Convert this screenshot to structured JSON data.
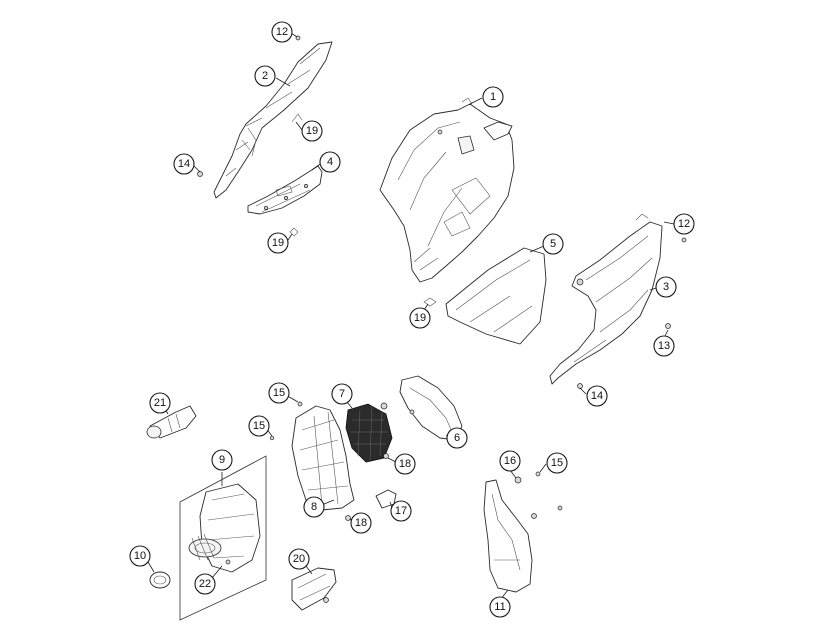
{
  "callouts": [
    {
      "id": "c1",
      "label": "1"
    },
    {
      "id": "c2",
      "label": "2"
    },
    {
      "id": "c3",
      "label": "3"
    },
    {
      "id": "c4",
      "label": "4"
    },
    {
      "id": "c5",
      "label": "5"
    },
    {
      "id": "c6",
      "label": "6"
    },
    {
      "id": "c7",
      "label": "7"
    },
    {
      "id": "c8",
      "label": "8"
    },
    {
      "id": "c9",
      "label": "9"
    },
    {
      "id": "c10",
      "label": "10"
    },
    {
      "id": "c11",
      "label": "11"
    },
    {
      "id": "c12a",
      "label": "12"
    },
    {
      "id": "c12b",
      "label": "12"
    },
    {
      "id": "c13",
      "label": "13"
    },
    {
      "id": "c14a",
      "label": "14"
    },
    {
      "id": "c14b",
      "label": "14"
    },
    {
      "id": "c15a",
      "label": "15"
    },
    {
      "id": "c15b",
      "label": "15"
    },
    {
      "id": "c15c",
      "label": "15"
    },
    {
      "id": "c16",
      "label": "16"
    },
    {
      "id": "c17",
      "label": "17"
    },
    {
      "id": "c18a",
      "label": "18"
    },
    {
      "id": "c18b",
      "label": "18"
    },
    {
      "id": "c19a",
      "label": "19"
    },
    {
      "id": "c19b",
      "label": "19"
    },
    {
      "id": "c19c",
      "label": "19"
    },
    {
      "id": "c20",
      "label": "20"
    },
    {
      "id": "c21",
      "label": "21"
    },
    {
      "id": "c22",
      "label": "22"
    }
  ]
}
